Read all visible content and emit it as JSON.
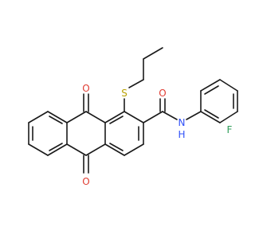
{
  "colors": {
    "background": "#ffffff",
    "bond": "#1a1a1a",
    "oxygen": "#e03c32",
    "nitrogen": "#3050f8",
    "sulfur": "#b8a000",
    "fluorine": "#2f9e5a",
    "carbon": "#1a1a1a"
  },
  "atoms": {
    "o_top": "O",
    "o_bottom": "O",
    "o_amide": "O",
    "s_thio": "S",
    "n_amide": "N",
    "h_amide": "H",
    "f_aryl": "F"
  }
}
